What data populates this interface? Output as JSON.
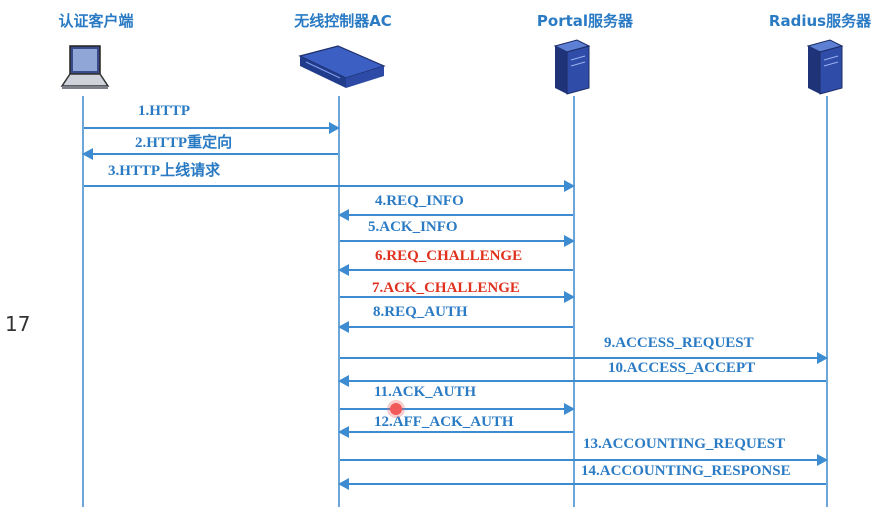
{
  "actors": [
    {
      "id": "client",
      "label": "认证客户端",
      "icon": "laptop-icon"
    },
    {
      "id": "ac",
      "label": "无线控制器AC",
      "icon": "router-icon"
    },
    {
      "id": "portal",
      "label": "Portal服务器",
      "icon": "server-icon"
    },
    {
      "id": "radius",
      "label": "Radius服务器",
      "icon": "server-icon"
    }
  ],
  "messages": [
    {
      "label": "1.HTTP",
      "from": "client",
      "to": "ac",
      "color": "#2a7bc4"
    },
    {
      "label": "2.HTTP重定向",
      "from": "ac",
      "to": "client",
      "color": "#2a7bc4"
    },
    {
      "label": "3.HTTP上线请求",
      "from": "client",
      "to": "portal",
      "color": "#2a7bc4"
    },
    {
      "label": "4.REQ_INFO",
      "from": "portal",
      "to": "ac",
      "color": "#2a7bc4"
    },
    {
      "label": "5.ACK_INFO",
      "from": "ac",
      "to": "portal",
      "color": "#2a7bc4"
    },
    {
      "label": "6.REQ_CHALLENGE",
      "from": "portal",
      "to": "ac",
      "color": "#e0311f"
    },
    {
      "label": "7.ACK_CHALLENGE",
      "from": "ac",
      "to": "portal",
      "color": "#e0311f"
    },
    {
      "label": "8.REQ_AUTH",
      "from": "portal",
      "to": "ac",
      "color": "#2a7bc4"
    },
    {
      "label": "9.ACCESS_REQUEST",
      "from": "ac",
      "to": "radius",
      "color": "#2a7bc4"
    },
    {
      "label": "10.ACCESS_ACCEPT",
      "from": "radius",
      "to": "ac",
      "color": "#2a7bc4"
    },
    {
      "label": "11.ACK_AUTH",
      "from": "ac",
      "to": "portal",
      "color": "#2a7bc4"
    },
    {
      "label": "12.AFF_ACK_AUTH",
      "from": "portal",
      "to": "ac",
      "color": "#2a7bc4"
    },
    {
      "label": "13.ACCOUNTING_REQUEST",
      "from": "ac",
      "to": "radius",
      "color": "#2a7bc4"
    },
    {
      "label": "14.ACCOUNTING_RESPONSE",
      "from": "radius",
      "to": "ac",
      "color": "#2a7bc4"
    }
  ],
  "side_mark": "17"
}
